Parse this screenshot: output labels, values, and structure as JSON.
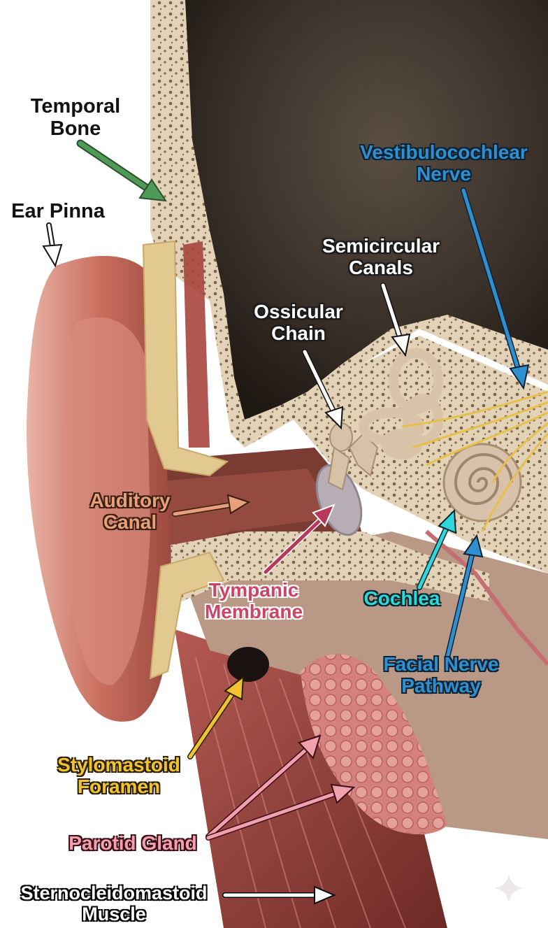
{
  "labels": {
    "temporal_bone": [
      "Temporal",
      "Bone"
    ],
    "ear_pinna": "Ear Pinna",
    "vestibulocochlear_nerve": [
      "Vestibulocochlear",
      "Nerve"
    ],
    "semicircular_canals": [
      "Semicircular",
      "Canals"
    ],
    "ossicular_chain": [
      "Ossicular",
      "Chain"
    ],
    "auditory_canal": [
      "Auditory",
      "Canal"
    ],
    "tympanic_membrane": [
      "Tympanic",
      "Membrane"
    ],
    "cochlea": "Cochlea",
    "facial_nerve_pathway": [
      "Facial Nerve",
      "Pathway"
    ],
    "stylomastoid_foramen": [
      "Stylomastoid",
      "Foramen"
    ],
    "parotid_gland": "Parotid Gland",
    "sternocleidomastoid_muscle": [
      "Sternocleidomastoid",
      "Muscle"
    ]
  },
  "colors": {
    "temporal_bone_arrow": "#4f9a57",
    "vestibulocochlear": "#2f8fcf",
    "auditory_canal": "#e7a07a",
    "tympanic_membrane": "#b8385a",
    "cochlea": "#2fd7dc",
    "stylomastoid": "#f1c232",
    "parotid": "#f2a0ae"
  },
  "watermark_icon": "sparkle-icon"
}
